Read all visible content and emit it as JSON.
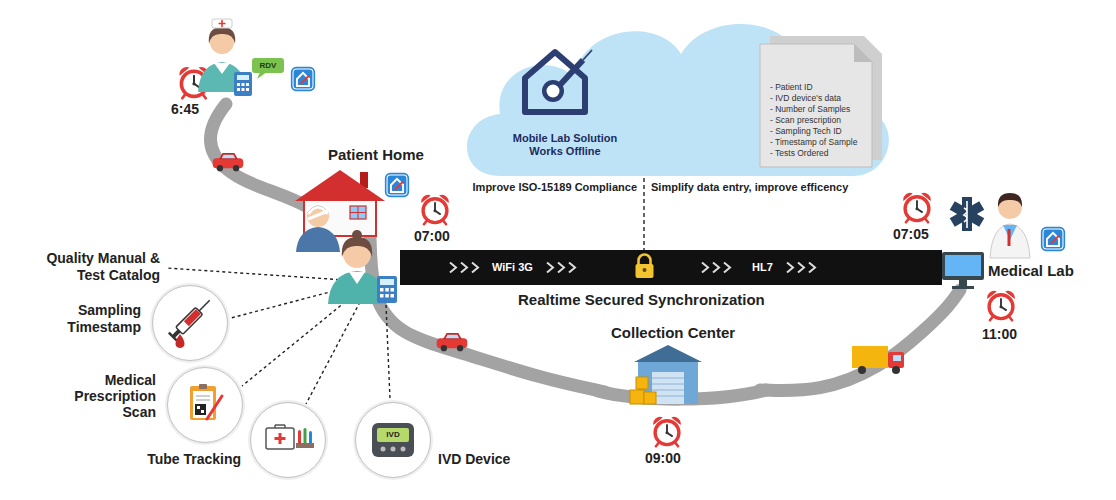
{
  "diagram": {
    "nodes": [
      {
        "text": [
          "Mobile Lab Solution Works Offline"
        ]
      },
      {
        "text": [
          "- Patient ID",
          "- IVD device's data",
          "- Number of Samples",
          "- Scan prescription",
          "- Sampling Tech ID",
          "- Timestamp of Sample",
          "- Tests Ordered"
        ]
      },
      {
        "text": [
          "Patient Home"
        ]
      },
      {
        "text": [
          "WiFi 3G",
          "HL7",
          "Realtime Secured Synchronization"
        ]
      },
      {
        "text": [
          "Collection Center"
        ]
      },
      {
        "text": [
          "Medical Lab"
        ]
      },
      {
        "text": [
          "Sampling Timestamp"
        ]
      },
      {
        "text": [
          "Medical Prescription Scan"
        ]
      },
      {
        "text": [
          "Tube Tracking"
        ]
      },
      {
        "text": [
          "IVD Device"
        ]
      }
    ],
    "edges": [
      {
        "from": 2,
        "to": 4,
        "arrow": "none"
      },
      {
        "from": 4,
        "to": 5,
        "arrow": "none"
      },
      {
        "from": 0,
        "to": 3,
        "arrow": "none"
      }
    ],
    "labels": [
      "6:45",
      "RDV",
      "07:00",
      "Improve ISO-15189 Compliance",
      "Simplify data entry, improve efficency",
      "07:05",
      "11:00",
      "09:00",
      "Quality Manual & Test Catalog",
      "IVD"
    ]
  }
}
